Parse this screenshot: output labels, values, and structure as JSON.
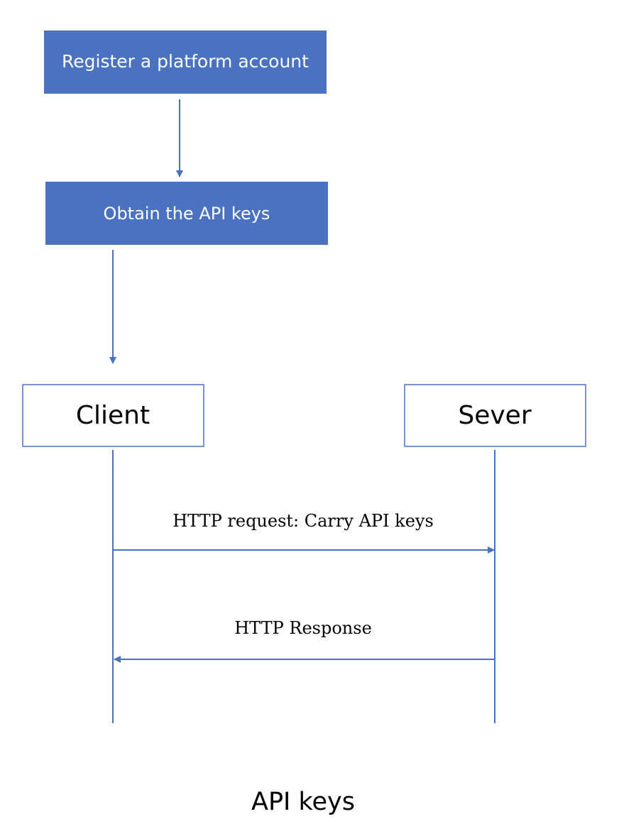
{
  "colors": {
    "accent": "#4a72c0",
    "box_border": "#4a72c0",
    "text_dark": "#000000",
    "text_light": "#ffffff",
    "background": "#ffffff"
  },
  "steps": [
    {
      "label": "Register a platform account"
    },
    {
      "label": "Obtain the API keys"
    }
  ],
  "actors": {
    "client": "Client",
    "server": "Sever"
  },
  "messages": [
    {
      "label": "HTTP request: Carry API keys",
      "from": "client",
      "to": "server"
    },
    {
      "label": "HTTP Response",
      "from": "server",
      "to": "client"
    }
  ],
  "caption": "API keys"
}
